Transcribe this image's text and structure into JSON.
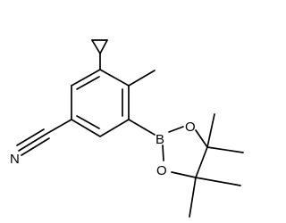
{
  "atom_labels": {
    "nitrogen": "N",
    "boron": "B",
    "oxygen_upper": "O",
    "oxygen_lower": "O"
  },
  "colors": {
    "bond": "#000000",
    "background": "#ffffff"
  }
}
